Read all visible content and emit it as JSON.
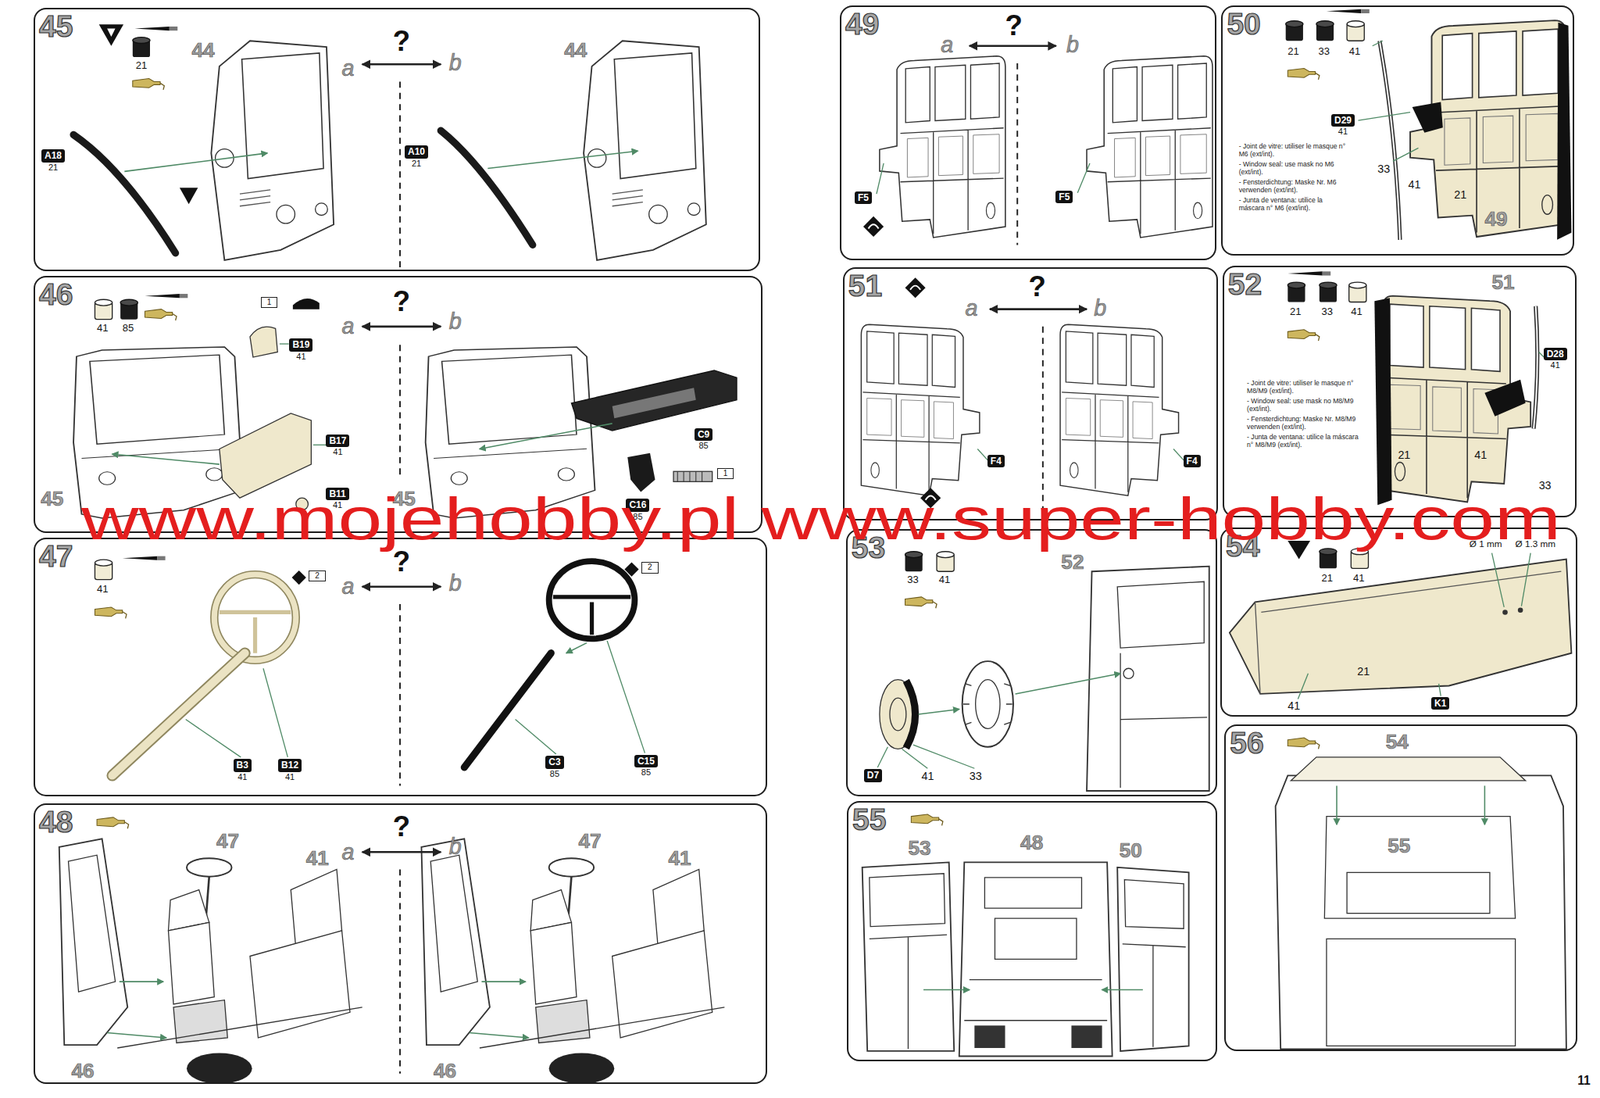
{
  "diagram": {
    "nodes": [
      {
        "text": [
          "45"
        ]
      },
      {
        "text": [
          "A18",
          "21"
        ],
        "in": 0
      },
      {
        "text": [
          "A10",
          "21"
        ],
        "in": 0
      },
      {
        "text": [
          "46"
        ]
      },
      {
        "text": [
          "1"
        ],
        "in": 3
      },
      {
        "text": [
          "B19",
          "41"
        ],
        "in": 3
      },
      {
        "text": [
          "B17",
          "41"
        ],
        "in": 3
      },
      {
        "text": [
          "B11",
          "41"
        ],
        "in": 3
      },
      {
        "text": [
          "C9",
          "85"
        ],
        "in": 3
      },
      {
        "text": [
          "1"
        ],
        "in": 3
      },
      {
        "text": [
          "C16",
          "85"
        ],
        "in": 3
      },
      {
        "text": [
          "47"
        ]
      },
      {
        "text": [
          "2"
        ],
        "in": 11
      },
      {
        "text": [
          "B3",
          "41"
        ],
        "in": 11
      },
      {
        "text": [
          "B12",
          "41"
        ],
        "in": 11
      },
      {
        "text": [
          "2"
        ],
        "in": 11
      },
      {
        "text": [
          "C3",
          "85"
        ],
        "in": 11
      },
      {
        "text": [
          "C15",
          "85"
        ],
        "in": 11
      },
      {
        "text": [
          "48"
        ]
      },
      {
        "text": [
          "49"
        ]
      },
      {
        "text": [
          "F5"
        ],
        "in": 19
      },
      {
        "text": [
          "F5"
        ],
        "in": 19
      },
      {
        "text": [
          "50"
        ]
      },
      {
        "text": [
          "D29",
          "41"
        ],
        "in": 22
      },
      {
        "text": [
          "51"
        ]
      },
      {
        "text": [
          "F4"
        ],
        "in": 24
      },
      {
        "text": [
          "F4"
        ],
        "in": 24
      },
      {
        "text": [
          "52"
        ]
      },
      {
        "text": [
          "D28",
          "41"
        ],
        "in": 27
      },
      {
        "text": [
          "53"
        ]
      },
      {
        "text": [
          "D7"
        ],
        "in": 29
      },
      {
        "text": [
          "54"
        ]
      },
      {
        "text": [
          "K1"
        ],
        "in": 31
      },
      {
        "text": [
          "55"
        ]
      },
      {
        "text": [
          "56"
        ]
      }
    ],
    "labels": [
      "21",
      "44",
      "a",
      "?",
      "b",
      "44",
      "41",
      "85",
      "a",
      "?",
      "b",
      "45",
      "45",
      "41",
      "a",
      "?",
      "b",
      "47",
      "41",
      "46",
      "a",
      "?",
      "b",
      "47",
      "41",
      "46",
      "a",
      "?",
      "b",
      "21",
      "33",
      "41",
      "- Joint de vitre: utiliser le masque n° M6 (ext/int).",
      "- Window seal: use mask no M6 (ext/int).",
      "- Fensterdichtung: Maske Nr. M6 verwenden (ext/int).",
      "- Junta de ventana: utilice la máscara n° M6 (ext/int).",
      "33",
      "41",
      "21",
      "49",
      "a",
      "?",
      "b",
      "21",
      "33",
      "41",
      "51",
      "- Joint de vitre: utiliser le masque n° M8/M9 (ext/int).",
      "- Window seal: use mask no M8/M9 (ext/int).",
      "- Fensterdichtung: Maske Nr. M8/M9 verwenden (ext/int).",
      "- Junta de ventana: utilice la máscara n° M8/M9 (ext/int).",
      "21",
      "41",
      "33",
      "33",
      "41",
      "52",
      "41",
      "33",
      "21",
      "41",
      "Ø 1 mm",
      "Ø 1.3 mm",
      "41",
      "21",
      "53",
      "48",
      "50",
      "54",
      "55",
      "11",
      "www.mojehobby.pl www.super-hobby.com"
    ]
  }
}
